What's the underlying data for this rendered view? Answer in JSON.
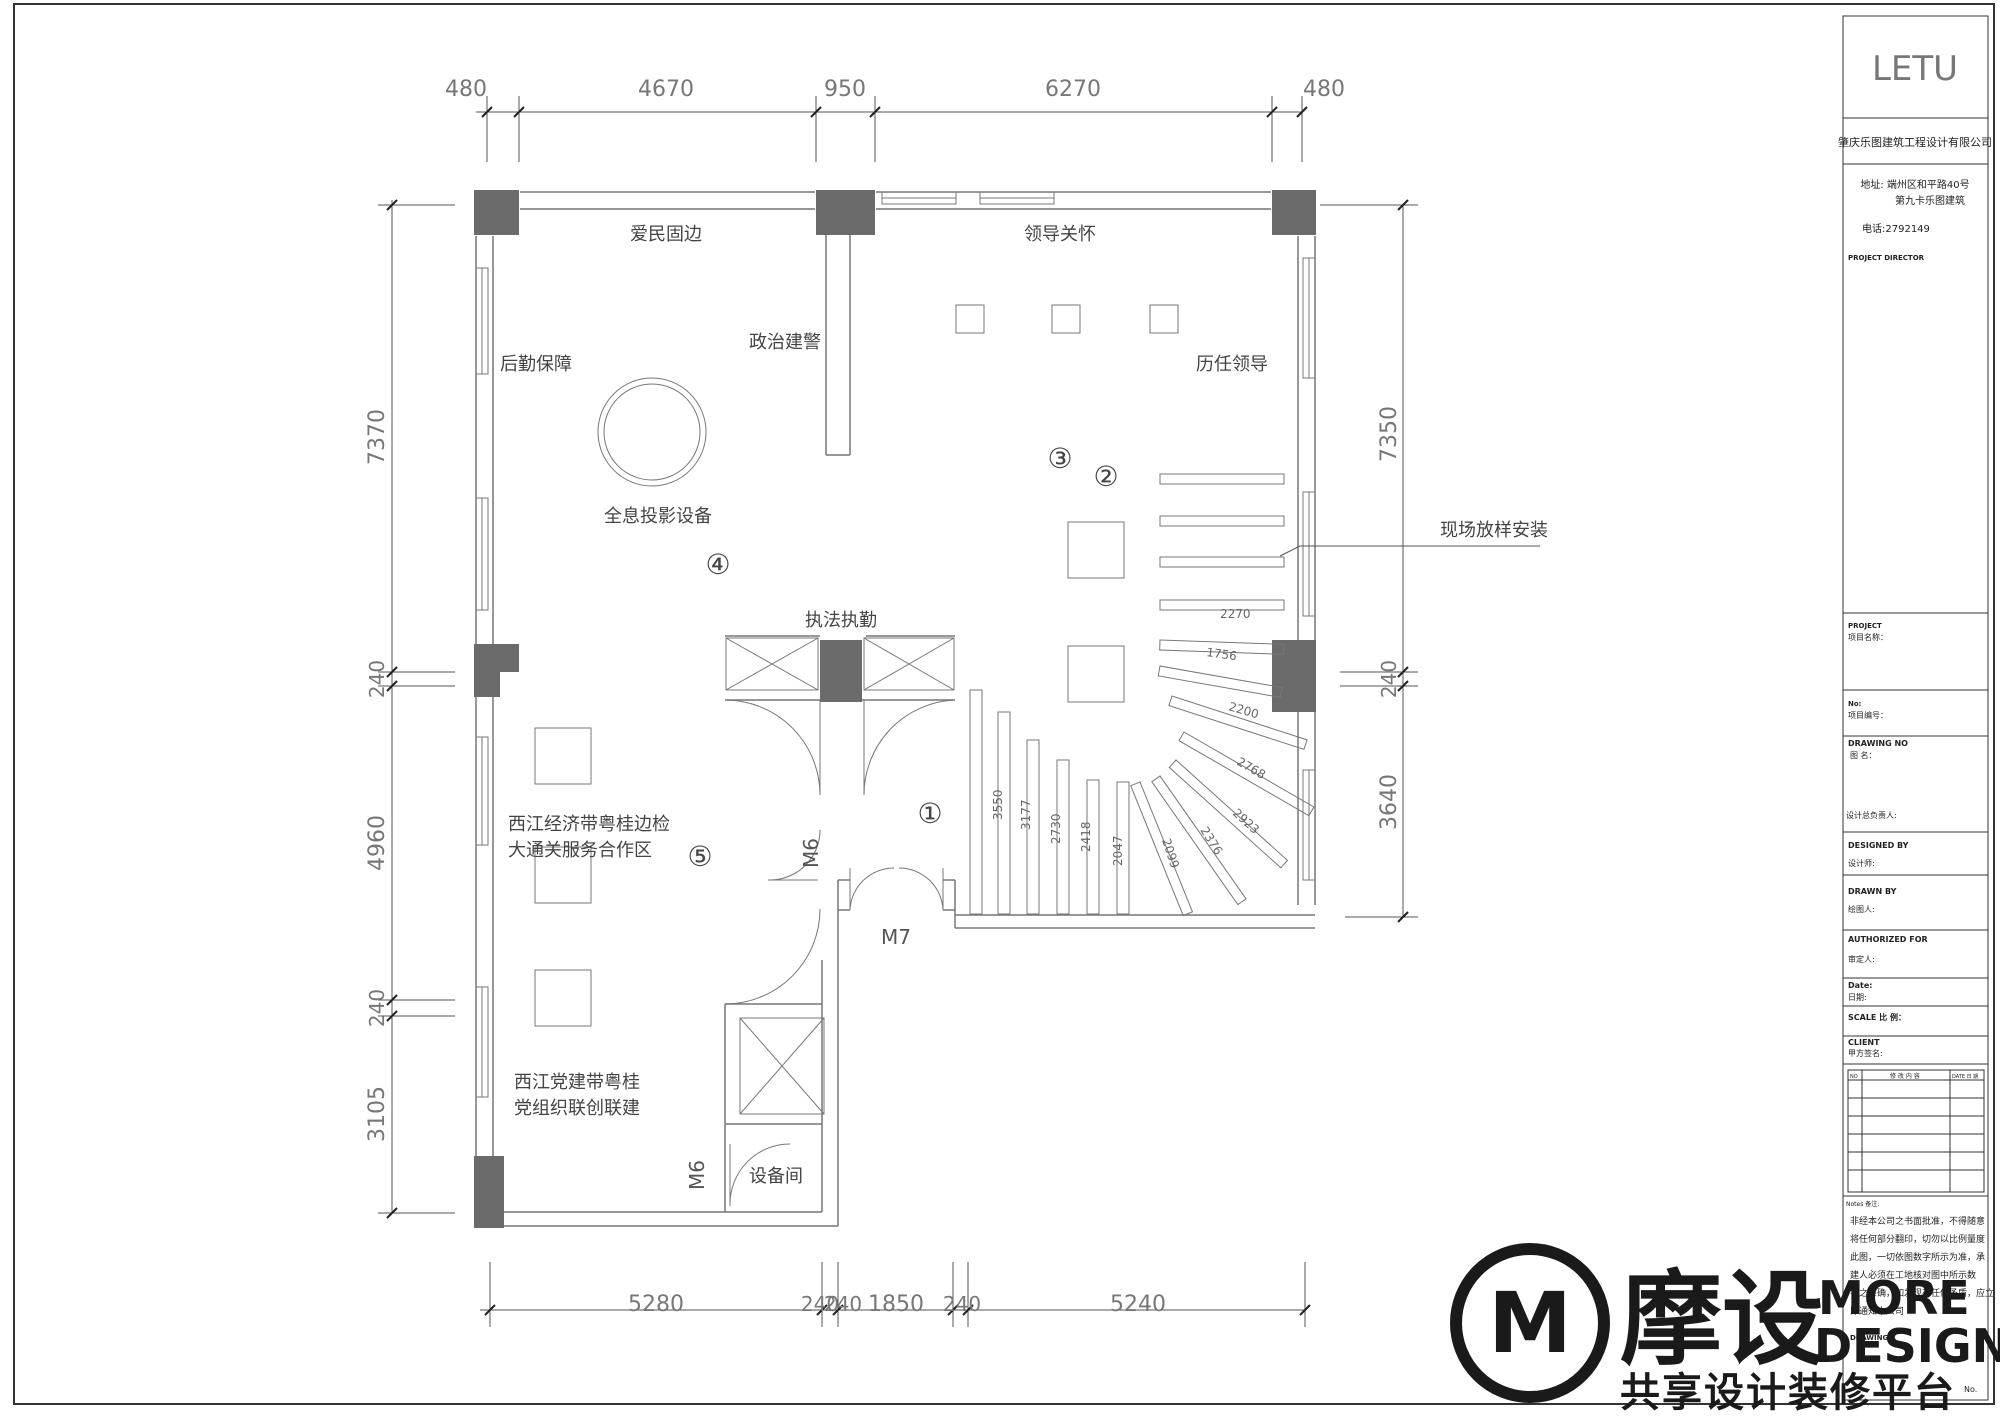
{
  "dims": {
    "top": [
      "480",
      "4670",
      "950",
      "6270",
      "480"
    ],
    "bottom": [
      "5280",
      "240",
      "240",
      "1850",
      "240",
      "5240"
    ],
    "left": [
      "7370",
      "240",
      "4960",
      "240",
      "3105"
    ],
    "right": [
      "7350",
      "240",
      "3640"
    ]
  },
  "rooms": {
    "aimin": "爱民固边",
    "lingdao": "领导关怀",
    "houqin": "后勤保障",
    "zhengzhi": "政治建警",
    "liren": "历任领导",
    "quanxi": "全息投影设备",
    "xianchang": "现场放样安装",
    "zhifa": "执法执勤",
    "xijiang1_line1": "西江经济带粤桂边检",
    "xijiang1_line2": "大通关服务合作区",
    "xijiang2_line1": "西江党建带粤桂",
    "xijiang2_line2": "党组织联创联建",
    "shebei": "设备间"
  },
  "doors": {
    "m6a": "M6",
    "m7": "M7",
    "m6b": "M6"
  },
  "markers": [
    "①",
    "②",
    "③",
    "④",
    "⑤"
  ],
  "stair_dims": [
    "2270",
    "1756",
    "2200",
    "2768",
    "2923",
    "2376",
    "2099",
    "2047",
    "2418",
    "2730",
    "3177",
    "3550"
  ],
  "title_block": {
    "logo": "LETU",
    "company": "肇庆乐图建筑工程设计有限公司",
    "addr_line1": "地址: 端州区和平路40号",
    "addr_line2": "第九卡乐图建筑",
    "phone": "电话:2792149",
    "project_director": "PROJECT DIRECTOR",
    "project": "PROJECT",
    "project_cn": "项目名称：",
    "no": "No:",
    "no_cn": "项目编号：",
    "drawing_no": "DRAWING NO",
    "drawing_no_cn": "图  名：",
    "design_lead": "设计总负责人:",
    "designed_by": "DESIGNED BY",
    "designed_by_cn": "设计师:",
    "drawn_by": "DRAWN BY",
    "drawn_by_cn": "绘图人:",
    "authorized": "AUTHORIZED FOR",
    "authorized_cn": "审定人:",
    "date": "Date:",
    "date_cn": "日期:",
    "scale": "SCALE 比 例：",
    "client": "CLIENT",
    "client_cn": "甲方签名:",
    "rev_cols": [
      "NO",
      "修 改 内 容",
      "DATE 日 期"
    ],
    "notes_title": "Notes 备注:",
    "notes": [
      "非经本公司之书面批准，不得随意",
      "将任何部分翻印，切勿以比例量度",
      "此图，一切依图数字所示为准，承",
      "建人必须在工地核对图中所示数",
      "字之准确，如发现有任何矛盾，应立",
      "即通知本公司"
    ],
    "drawing_label": "DRAWING",
    "no2": "No."
  },
  "watermark": {
    "cn": "摩设",
    "en1": "MORE",
    "en2": "DESIGN",
    "slogan": "共享设计装修平台"
  }
}
